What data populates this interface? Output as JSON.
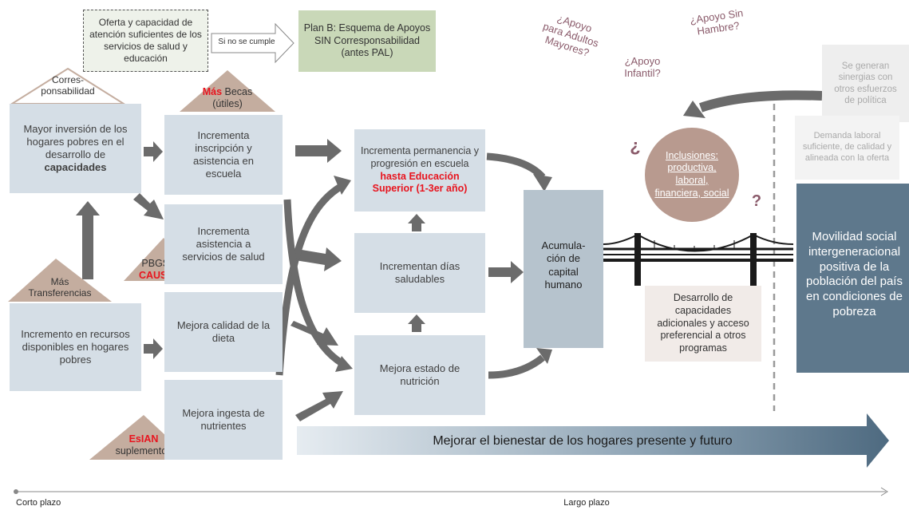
{
  "header": {
    "oferta": "Oferta y capacidad de atención suficientes de los servicios de salud y educación",
    "oferta_parts": [
      "Oferta y capacidad de",
      "atención ",
      "suficientes d",
      "e",
      "los servicios de salud y",
      "educación"
    ],
    "si_no": "Si no se cumple",
    "plan_b": "Plan B: Esquema de Apoyos SIN Corresponsabilidad (antes PAL)"
  },
  "questions": {
    "adultos": [
      "¿Apoyo",
      "para Adultos",
      "Mayores?"
    ],
    "infantil": [
      "¿Apoyo",
      "Infantil?"
    ],
    "sin_hambre": [
      "¿Apoyo Sin",
      "Hambre?"
    ]
  },
  "triangles": {
    "corres": "Corres-ponsabilidad",
    "corres_l1": "Corres-",
    "corres_l2": "ponsabilidad",
    "becas_red": "Más",
    "becas_rest": " Becas",
    "becas_l2": "(útiles)",
    "pbgs_l1": "PBGS o",
    "pbgs_red": "CAUSES",
    "mas_l1": "Más",
    "mas_l2": "Transferencias",
    "esian_red": "EsIAN",
    "esian_l2": "suplementos"
  },
  "col1": {
    "inversion_l1": "Mayor inversión de los",
    "inversion_l2": "hogares pobres en el",
    "inversion_l3": "desarrollo de",
    "inversion_bold": "capacidades",
    "recursos": "Incremento en recursos disponibles en hogares pobres"
  },
  "col2": {
    "inscripcion": "Incrementa inscripción y asistencia en escuela",
    "salud": "Incrementa asistencia a servicios de salud",
    "dieta": "Mejora calidad de la dieta",
    "nutrientes": "Mejora ingesta de nutrientes"
  },
  "col3": {
    "permanencia": "Incrementa permanencia y progresión en escuela",
    "permanencia_red": "hasta Educación Superior (1-3er año)",
    "dias": "Incrementan días saludables",
    "nutricion": "Mejora estado de nutrición"
  },
  "col4": {
    "acumulacion": "Acumula-ción de capital humano"
  },
  "right": {
    "inclusiones": "Inclusiones: productiva, laboral, financiera, social",
    "inv_q": "¿",
    "q": "?",
    "desarrollo": "Desarrollo de capacidades adicionales y acceso preferencial a otros programas",
    "sinergias": "Se generan sinergias con otros esfuerzos de política",
    "demanda": "Demanda laboral suficiente, de calidad y alineada con la oferta",
    "movilidad": "Movilidad social intergeneracional positiva de la población del país en condiciones de pobreza"
  },
  "bottom": {
    "bienestar": "Mejorar el bienestar de los hogares presente y futuro",
    "corto": "Corto plazo",
    "largo": "Largo plazo"
  },
  "colors": {
    "box_blue": "#d5dee6",
    "triangle": "#c4ad9f",
    "arrow_gray": "#6b6b6b",
    "dark_blue": "#5e788c",
    "green_box": "#c9d8b8",
    "red": "#e8141e",
    "circle": "#b89a8f"
  }
}
